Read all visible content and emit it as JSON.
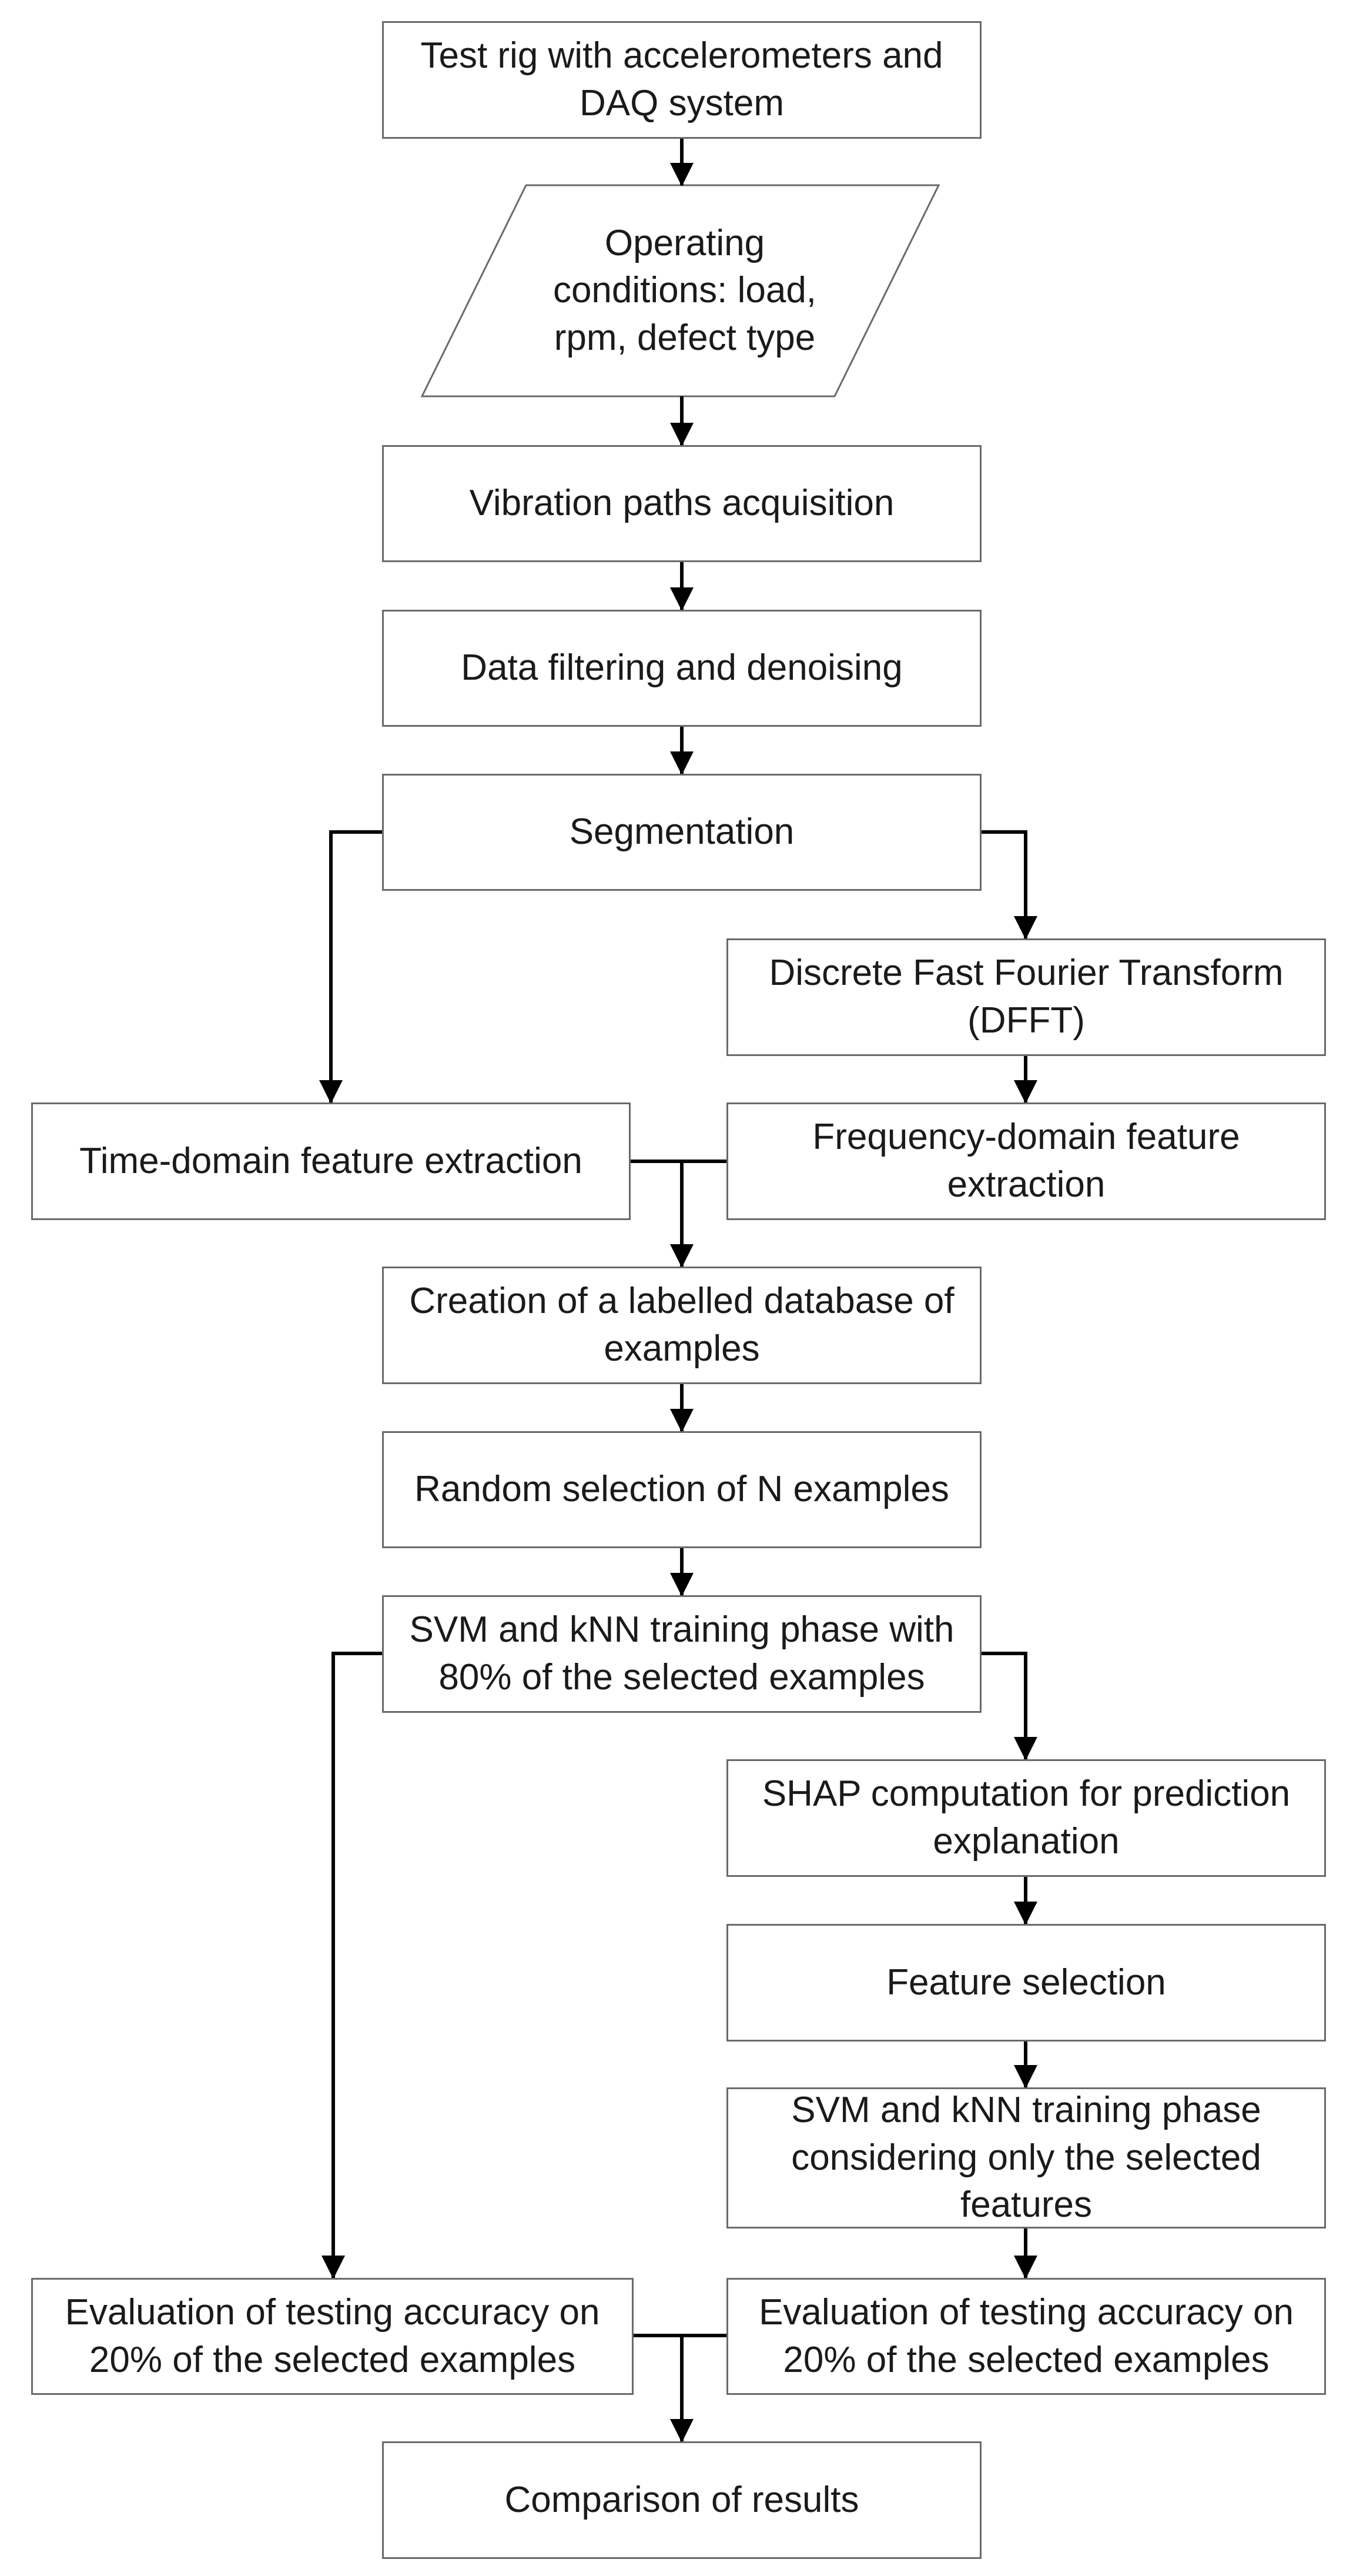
{
  "nodes": {
    "test_rig": "Test rig with accelerometers and DAQ system",
    "operating_conditions": "Operating conditions: load, rpm, defect type",
    "vibration": "Vibration paths acquisition",
    "filtering": "Data filtering and denoising",
    "segmentation": "Segmentation",
    "dfft": "Discrete Fast Fourier Transform (DFFT)",
    "time_domain": "Time-domain feature extraction",
    "freq_domain": "Frequency-domain feature extraction",
    "database": "Creation of a labelled database of examples",
    "random_selection": "Random selection of N examples",
    "training": "SVM and kNN training phase with 80% of the selected examples",
    "shap": "SHAP computation for prediction explanation",
    "feature_selection": "Feature selection",
    "training_selected": "SVM and kNN training phase considering only the selected features",
    "eval_left": "Evaluation of testing accuracy on 20% of the selected examples",
    "eval_right": "Evaluation of testing accuracy on 20% of the selected examples",
    "comparison": "Comparison of results"
  },
  "colors": {
    "box_border": "#6a6a6a",
    "arrow": "#000000",
    "text": "#1a1a1a",
    "background": "#ffffff"
  }
}
